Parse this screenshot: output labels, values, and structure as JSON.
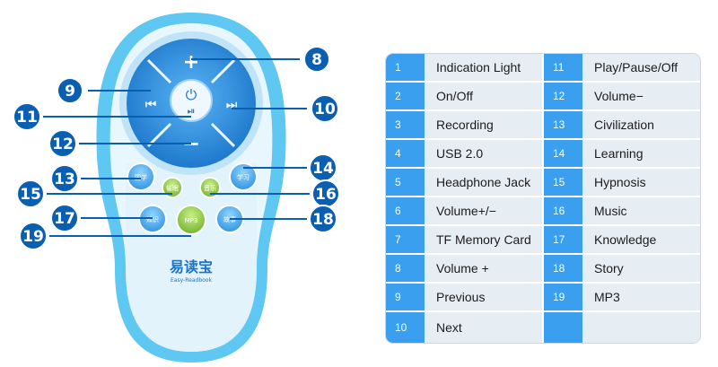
{
  "remote": {
    "logo_text": "易读宝",
    "logo_sub": "Easy-Readbook",
    "buttons": {
      "plus": "+",
      "minus": "−",
      "prev": "⏮",
      "next": "⏭",
      "power": "⏻",
      "play": "⏯",
      "b13": "国学",
      "b14": "学习",
      "b15": "催眠",
      "b16": "音乐",
      "b17": "知识",
      "b18": "故事",
      "b19": "MP3"
    }
  },
  "callouts": [
    {
      "n": "8"
    },
    {
      "n": "9"
    },
    {
      "n": "10"
    },
    {
      "n": "11"
    },
    {
      "n": "12"
    },
    {
      "n": "13"
    },
    {
      "n": "14"
    },
    {
      "n": "15"
    },
    {
      "n": "16"
    },
    {
      "n": "17"
    },
    {
      "n": "18"
    },
    {
      "n": "19"
    }
  ],
  "legend": {
    "left": [
      {
        "num": "1",
        "label": "Indication Light"
      },
      {
        "num": "2",
        "label": "On/Off"
      },
      {
        "num": "3",
        "label": "Recording"
      },
      {
        "num": "4",
        "label": "USB 2.0"
      },
      {
        "num": "5",
        "label": "Headphone Jack"
      },
      {
        "num": "6",
        "label": "Volume+/−"
      },
      {
        "num": "7",
        "label": "TF Memory Card"
      },
      {
        "num": "8",
        "label": "Volume +"
      },
      {
        "num": "9",
        "label": "Previous"
      },
      {
        "num": "10",
        "label": "Next"
      }
    ],
    "right": [
      {
        "num": "11",
        "label": "Play/Pause/Off"
      },
      {
        "num": "12",
        "label": "Volume−"
      },
      {
        "num": "13",
        "label": "Civilization"
      },
      {
        "num": "14",
        "label": "Learning"
      },
      {
        "num": "15",
        "label": "Hypnosis"
      },
      {
        "num": "16",
        "label": "Music"
      },
      {
        "num": "17",
        "label": "Knowledge"
      },
      {
        "num": "18",
        "label": "Story"
      },
      {
        "num": "19",
        "label": "MP3"
      },
      {
        "num": "",
        "label": ""
      }
    ]
  },
  "colors": {
    "body_outer": "#5ec8f2",
    "body_inner": "#e8f6fd",
    "dpad": "#1f86d8",
    "callout": "#0a5fb0",
    "green_button": "#8cc63f",
    "index_cell": "#3b9ff0",
    "label_cell": "#e6edf3"
  }
}
